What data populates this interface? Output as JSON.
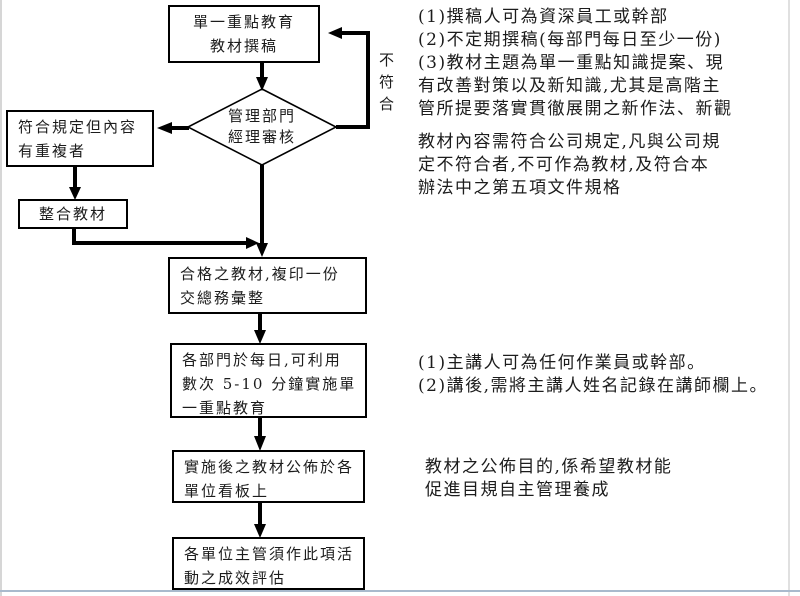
{
  "page": {
    "type": "scanned flowchart document",
    "colors": {
      "background": "#ffffff",
      "line": "#000000",
      "text": "#1c1c1c",
      "bottom_rule": "#a9bacd",
      "side_rule": "#d6d6d6"
    }
  },
  "flowchart": {
    "nodes": {
      "draft": {
        "line1": "單一重點教育",
        "line2": "教材撰稿"
      },
      "review": {
        "line1": "管理部門",
        "line2": "經理審核"
      },
      "duplicate": {
        "line1": "符合規定但內容",
        "line2": "有重複者"
      },
      "integrate": {
        "line1": "整合教材"
      },
      "qualified": {
        "line1": "合格之教材,複印一份",
        "line2": "交總務彙整"
      },
      "daily": {
        "line1": "各部門於每日,可利用",
        "line2": "數次 5-10 分鐘實施單",
        "line3": "一重點教育"
      },
      "publish": {
        "line1": "實施後之教材公佈於各",
        "line2": "單位看板上"
      },
      "evaluate": {
        "line1": "各單位主管須作此項活",
        "line2": "動之成效評估"
      }
    },
    "edge_labels": {
      "not_conform": "不符合"
    }
  },
  "annotations": {
    "top_notes": {
      "lines": [
        "(1)撰稿人可為資深員工或幹部",
        "(2)不定期撰稿(每部門每日至少一份)",
        "(3)教材主題為單一重點知識提案、現",
        "有改善對策以及新知識,尤其是高階主",
        "管所提要落實貫徹展開之新作法、新觀"
      ]
    },
    "content_rule": {
      "lines": [
        "教材內容需符合公司規定,凡與公司規",
        "定不符合者,不可作為教材,及符合本",
        "辦法中之第五項文件規格"
      ]
    },
    "speaker_notes": {
      "lines": [
        "(1)主講人可為任何作業員或幹部。",
        "(2)講後,需將主講人姓名記錄在講師欄上。"
      ]
    },
    "publish_purpose": {
      "lines": [
        "教材之公佈目的,係希望教材能",
        "促進目規自主管理養成"
      ]
    }
  }
}
